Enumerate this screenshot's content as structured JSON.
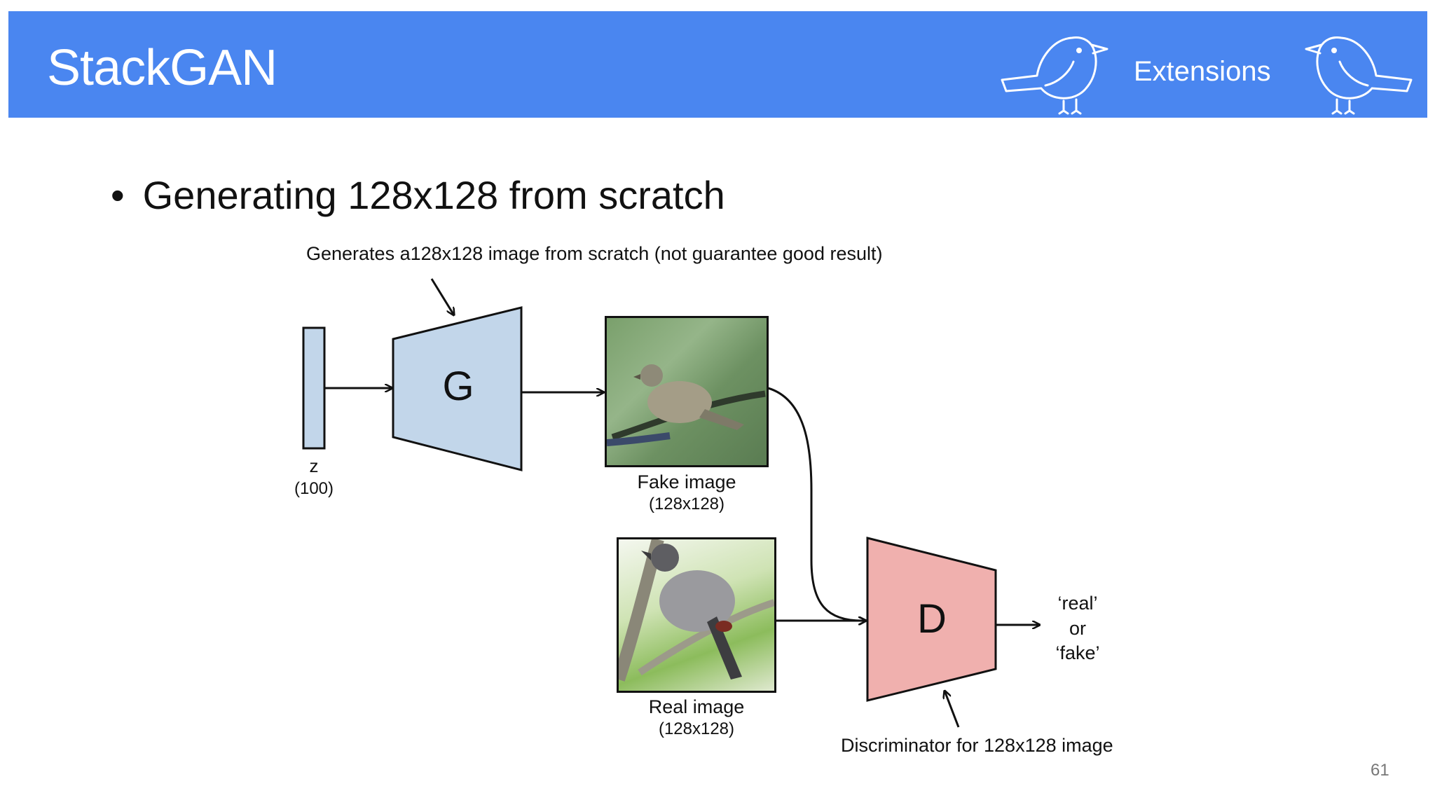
{
  "header": {
    "title": "StackGAN",
    "section": "Extensions",
    "icons": [
      "bird-outline-icon-left",
      "bird-outline-icon-right"
    ],
    "background_color": "#4a86f0"
  },
  "bullet": {
    "text": "Generating 128x128 from scratch"
  },
  "diagram": {
    "generator_annotation": "Generates a128x128 image from scratch (not guarantee good result)",
    "z_label": "z",
    "z_size": "(100)",
    "generator_label": "G",
    "generator_color": "#c2d6ea",
    "fake_label": "Fake image",
    "fake_size": "(128x128)",
    "real_label": "Real image",
    "real_size": "(128x128)",
    "discriminator_label": "D",
    "discriminator_color": "#f0b0ae",
    "output_line1": "‘real’",
    "output_line2": "or",
    "output_line3": "‘fake’",
    "discriminator_annotation": "Discriminator for 128x128 image"
  },
  "footer": {
    "page_number": "61"
  }
}
